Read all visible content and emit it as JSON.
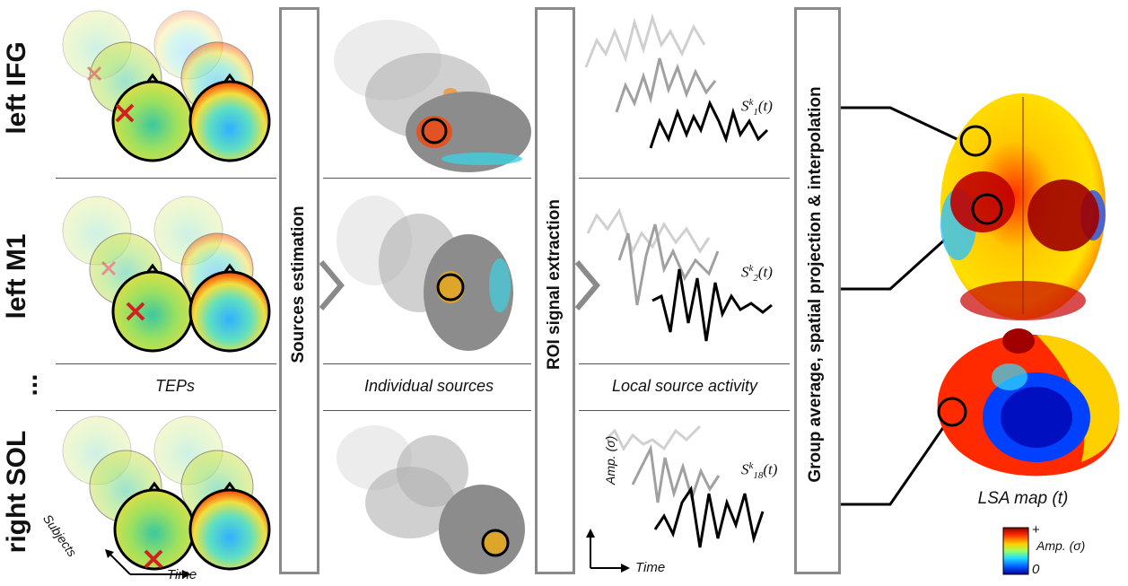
{
  "rows": [
    {
      "label": "left IFG"
    },
    {
      "label": "left M1"
    },
    {
      "label": "..."
    },
    {
      "label": "right SOL"
    }
  ],
  "stages": {
    "sources_estimation": "Sources estimation",
    "roi_extraction": "ROI signal extraction",
    "group_average": "Group average, spatial projection & interpolation"
  },
  "captions": {
    "teps": "TEPs",
    "individual_sources": "Individual sources",
    "local_source_activity": "Local source activity",
    "lsa_map": "LSA map (t)"
  },
  "axes": {
    "subjects": "Subjects",
    "time": "Time",
    "amp": "Amp. (σ)",
    "time2": "Time"
  },
  "signals": [
    {
      "base": "S",
      "sup": "k",
      "sub": "1",
      "arg": "(t)"
    },
    {
      "base": "S",
      "sup": "k",
      "sub": "2",
      "arg": "(t)"
    },
    {
      "base": "S",
      "sup": "k",
      "sub": "18",
      "arg": "(t)"
    }
  ],
  "colorbar": {
    "max_label": "+",
    "min_label": "0",
    "title": "Amp. (σ)"
  },
  "colors": {
    "stage_border": "#8a8a8a",
    "jet_high": "#b00000",
    "jet_low": "#0000c8",
    "marker_red": "#d02020"
  }
}
